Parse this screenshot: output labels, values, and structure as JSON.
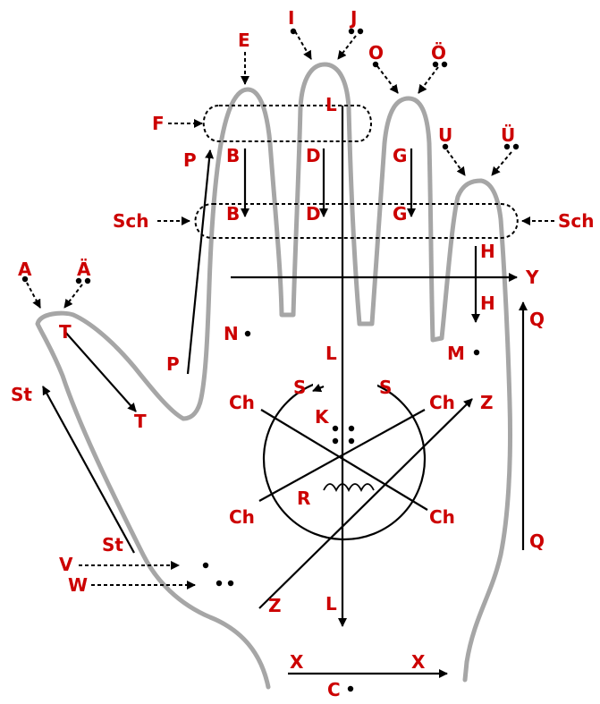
{
  "colors": {
    "label": "#cc0000",
    "outline": "#a6a6a6",
    "ink": "#000000"
  },
  "labels": {
    "I": "I",
    "J": "J",
    "E": "E",
    "O": "O",
    "O_uml": "Ö",
    "F": "F",
    "L": "L",
    "U": "U",
    "U_uml": "Ü",
    "P": "P",
    "B": "B",
    "D": "D",
    "G": "G",
    "Sch": "Sch",
    "H": "H",
    "A": "A",
    "A_uml": "Ä",
    "Y": "Y",
    "Q": "Q",
    "T": "T",
    "N": "N",
    "M": "M",
    "St": "St",
    "S": "S",
    "Ch": "Ch",
    "Z": "Z",
    "K": "K",
    "R": "R",
    "V": "V",
    "W": "W",
    "X": "X",
    "C": "C"
  }
}
